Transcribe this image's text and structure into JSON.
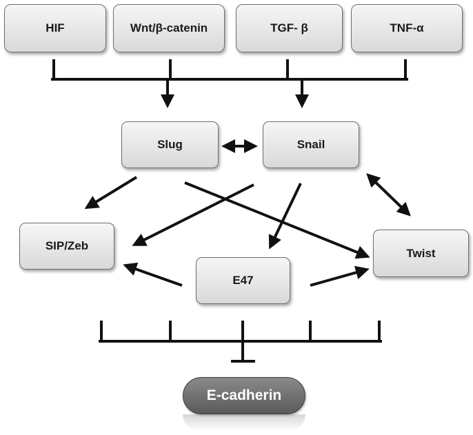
{
  "upstream": {
    "hif": "HIF",
    "wnt": "Wnt/β-catenin",
    "tgf": "TGF- β",
    "tnf": "TNF-α"
  },
  "factors": {
    "slug": "Slug",
    "snail": "Snail",
    "sip_zeb": "SIP/Zeb",
    "e47": "E47",
    "twist": "Twist"
  },
  "target": {
    "ecadherin": "E-cadherin"
  },
  "colors": {
    "line": "#111111",
    "box_fill_top": "#f6f6f6",
    "box_fill_bottom": "#d9d9d9",
    "target_fill": "#6e6e6e"
  }
}
